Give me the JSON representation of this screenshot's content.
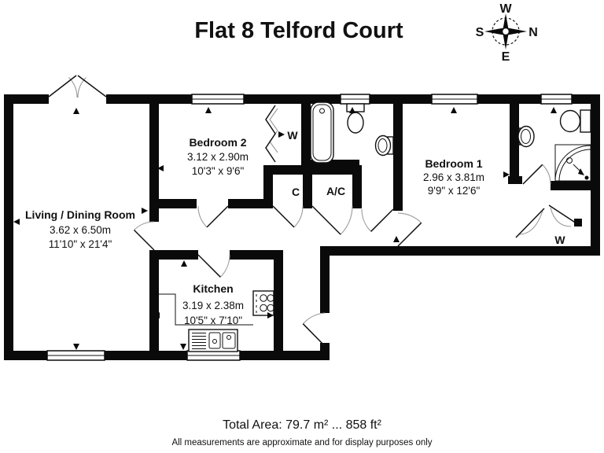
{
  "title": "Flat 8 Telford Court",
  "compass": {
    "n": "N",
    "s": "S",
    "e": "E",
    "w": "W"
  },
  "rooms": [
    {
      "id": "living",
      "name": "Living / Dining Room",
      "metric": "3.62 x 6.50m",
      "imperial": "11'10\" x 21'4\""
    },
    {
      "id": "bedroom2",
      "name": "Bedroom 2",
      "metric": "3.12 x 2.90m",
      "imperial": "10'3\" x 9'6\""
    },
    {
      "id": "bedroom1",
      "name": "Bedroom 1",
      "metric": "2.96 x 3.81m",
      "imperial": "9'9\" x 12'6\""
    },
    {
      "id": "kitchen",
      "name": "Kitchen",
      "metric": "3.19 x 2.38m",
      "imperial": "10'5\" x 7'10\""
    }
  ],
  "closets": {
    "c": "C",
    "ac": "A/C",
    "wardrobe": "W"
  },
  "footer": {
    "total_area": "Total Area: 79.7 m² ... 858 ft²",
    "disclaimer": "All measurements are approximate and for display purposes only"
  },
  "icons": {
    "compass": "compass-rose",
    "measurement_arrow": "black-triangle"
  },
  "colors": {
    "wall": "#0a0a0a",
    "background": "#ffffff",
    "door_arc": "#9a9a9a"
  }
}
